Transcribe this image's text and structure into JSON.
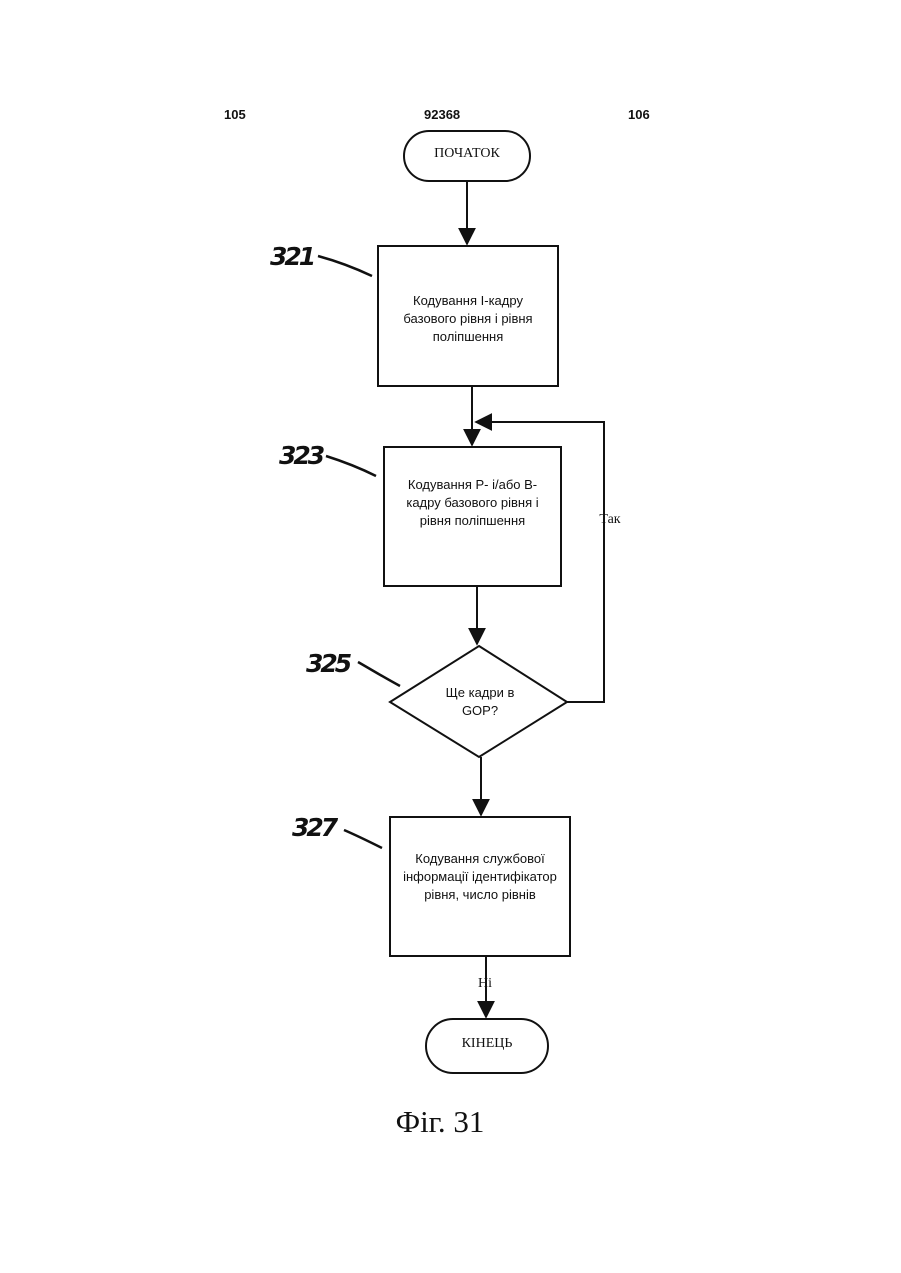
{
  "header": {
    "left": "105",
    "center": "92368",
    "right": "106"
  },
  "flow": {
    "start": "ПОЧАТОК",
    "step321": {
      "ref": "321",
      "text": "Кодування I-кадру базового рівня і рівня поліпшення"
    },
    "step323": {
      "ref": "323",
      "text": "Кодування P- і/або B-кадру базового рівня і рівня поліпшення"
    },
    "decision325": {
      "ref": "325",
      "text": "Ще кадри в GOP?"
    },
    "step327": {
      "ref": "327",
      "text": "Кодування службової інформації ідентифікатор рівня, число рівнів"
    },
    "yes_label": "Так",
    "no_label": "Ні",
    "end": "КІНЕЦЬ"
  },
  "caption": "Фіг. 31"
}
